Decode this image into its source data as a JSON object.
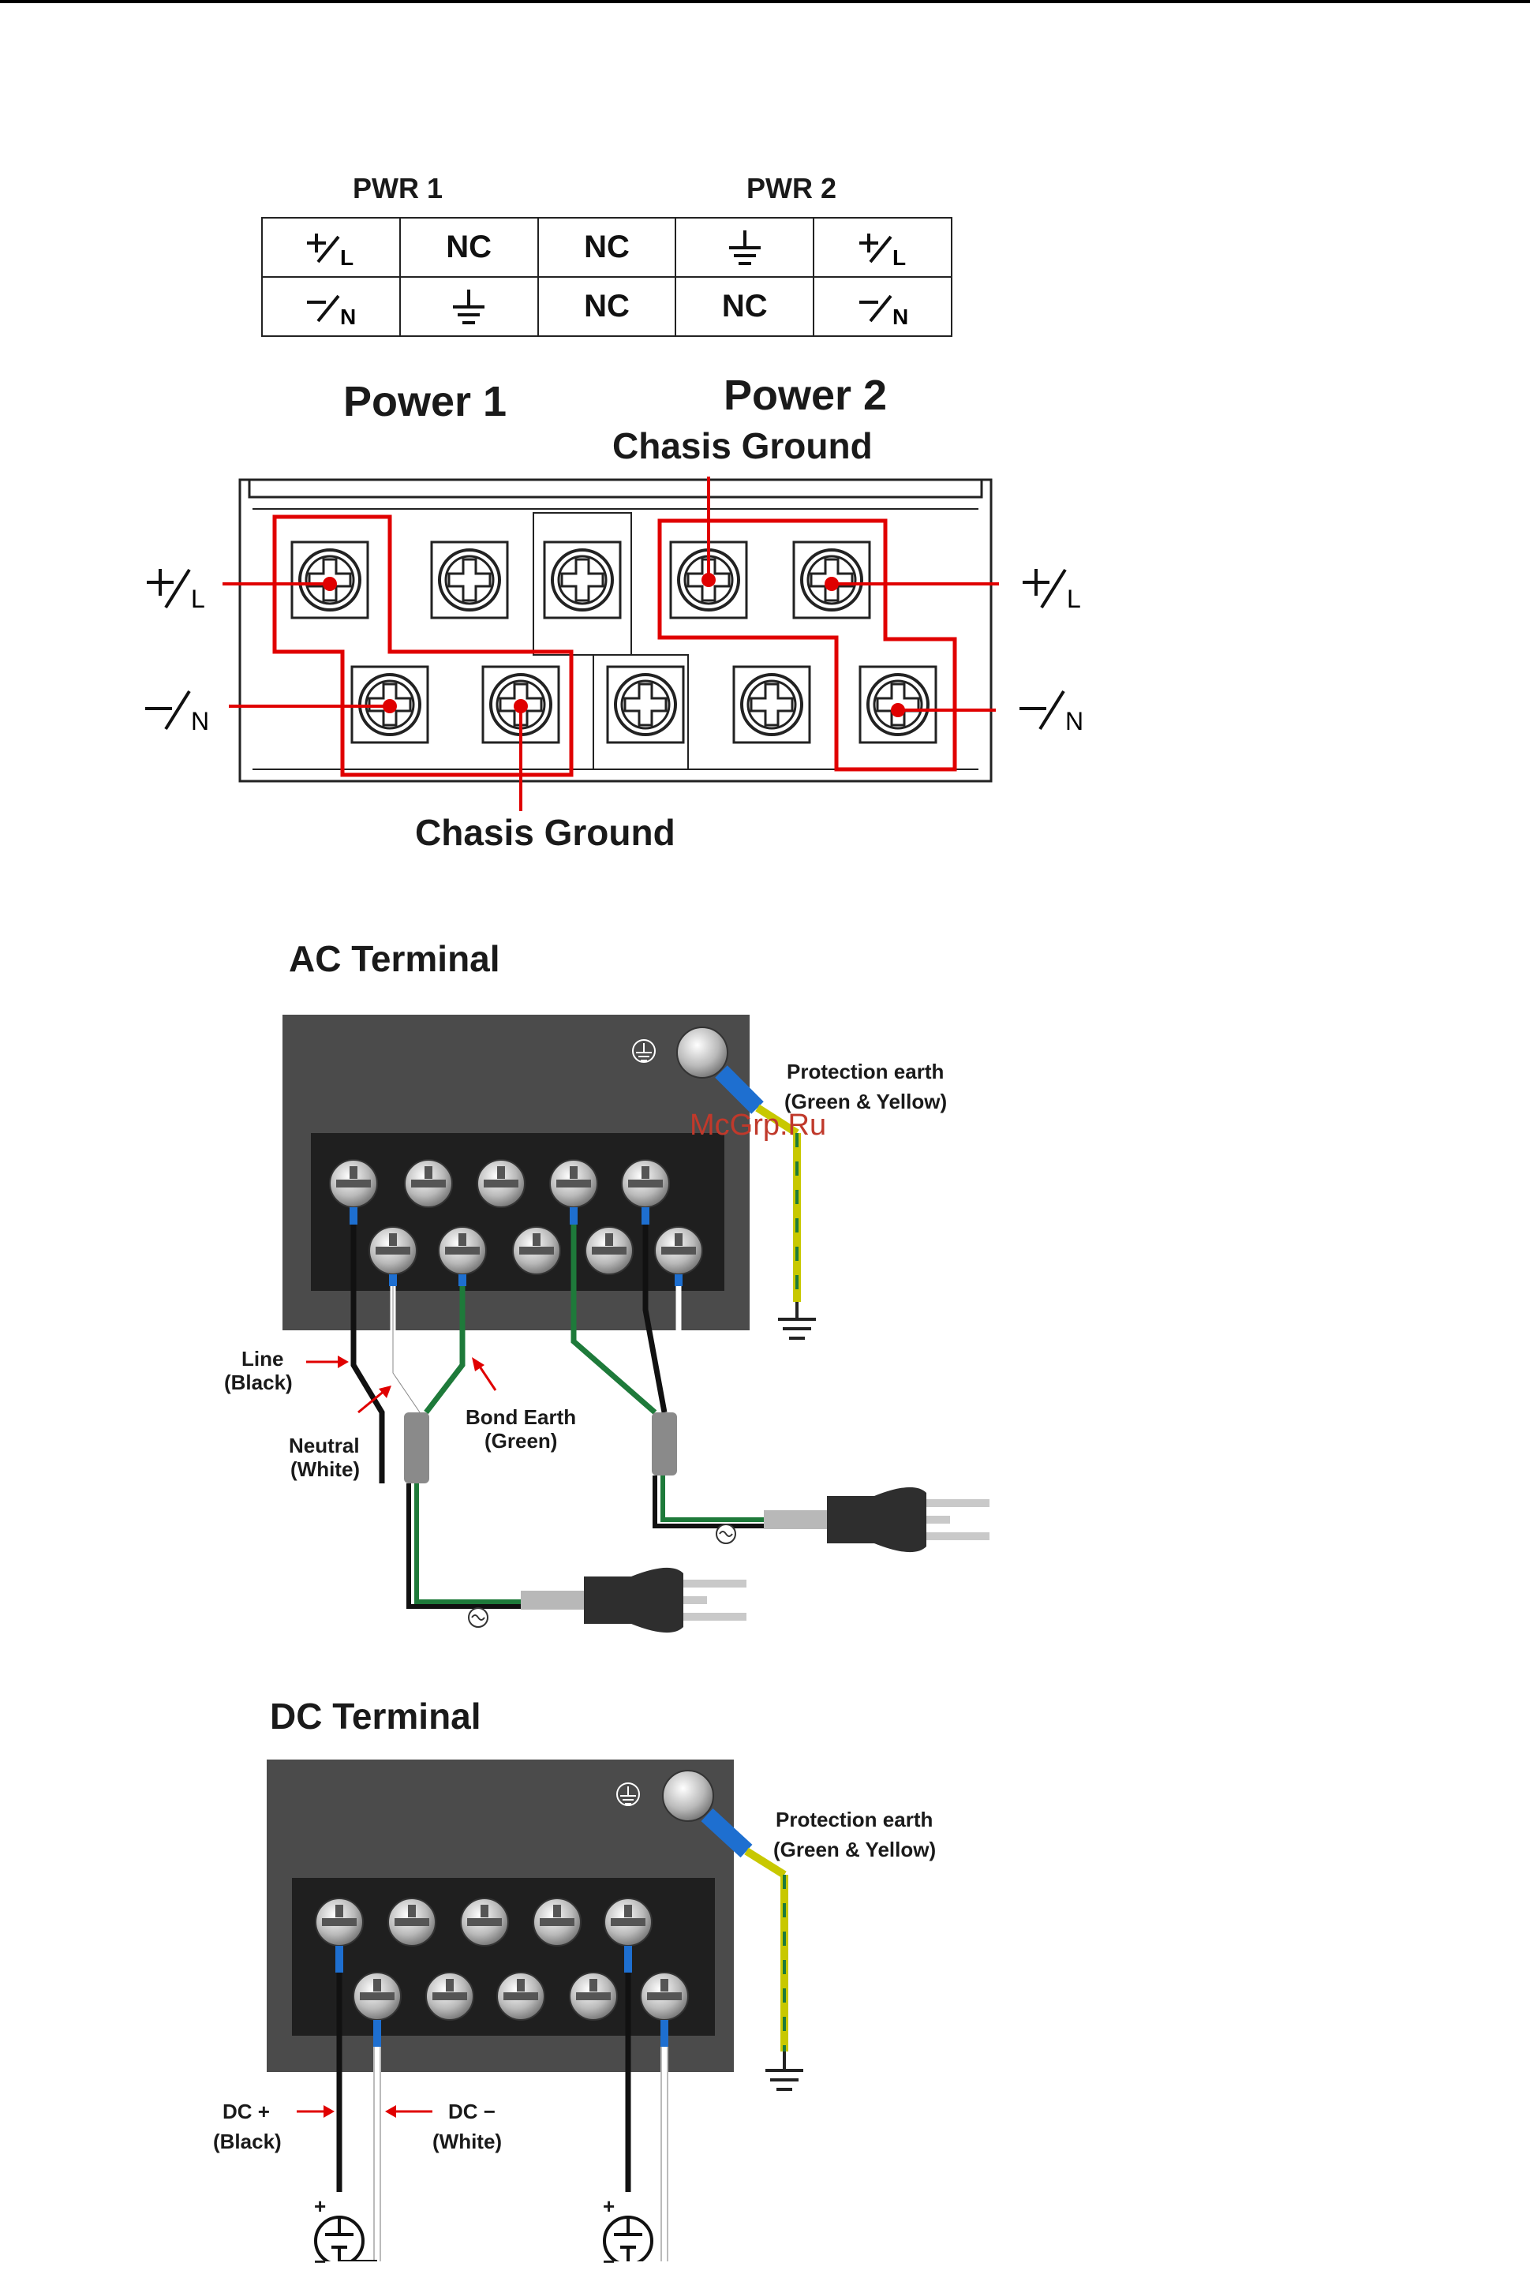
{
  "pwr_table": {
    "pwr1_label": "PWR 1",
    "pwr2_label": "PWR 2",
    "row1": [
      "+/L",
      "NC",
      "NC",
      "⏚",
      "+/L"
    ],
    "row2": [
      "−/N",
      "⏚",
      "NC",
      "NC",
      "−/N"
    ],
    "nc": "NC"
  },
  "terminal_diagram": {
    "power1_label": "Power 1",
    "power2_label": "Power 2",
    "chassis_ground_top": "Chasis Ground",
    "chassis_ground_bottom": "Chasis Ground"
  },
  "ac_terminal": {
    "title": "AC Terminal",
    "protection_earth_line1": "Protection earth",
    "protection_earth_line2": "(Green & Yellow)",
    "line_label_1": "Line",
    "line_label_2": "(Black)",
    "neutral_label_1": "Neutral",
    "neutral_label_2": "(White)",
    "bond_earth_1": "Bond Earth",
    "bond_earth_2": "(Green)"
  },
  "dc_terminal": {
    "title": "DC Terminal",
    "protection_earth_line1": "Protection earth",
    "protection_earth_line2": "(Green & Yellow)",
    "dc_plus_1": "DC +",
    "dc_plus_2": "(Black)",
    "dc_minus_1": "DC −",
    "dc_minus_2": "(White)",
    "plus_sign": "+",
    "minus_sign": "−"
  },
  "watermark": "McGrp.Ru",
  "colors": {
    "red": "#e00000",
    "panel_gray": "#4a4a4a",
    "wire_green": "#1e7a3a",
    "earth_yellow": "#c8c800",
    "terminal_blue": "#1e6fd0"
  }
}
